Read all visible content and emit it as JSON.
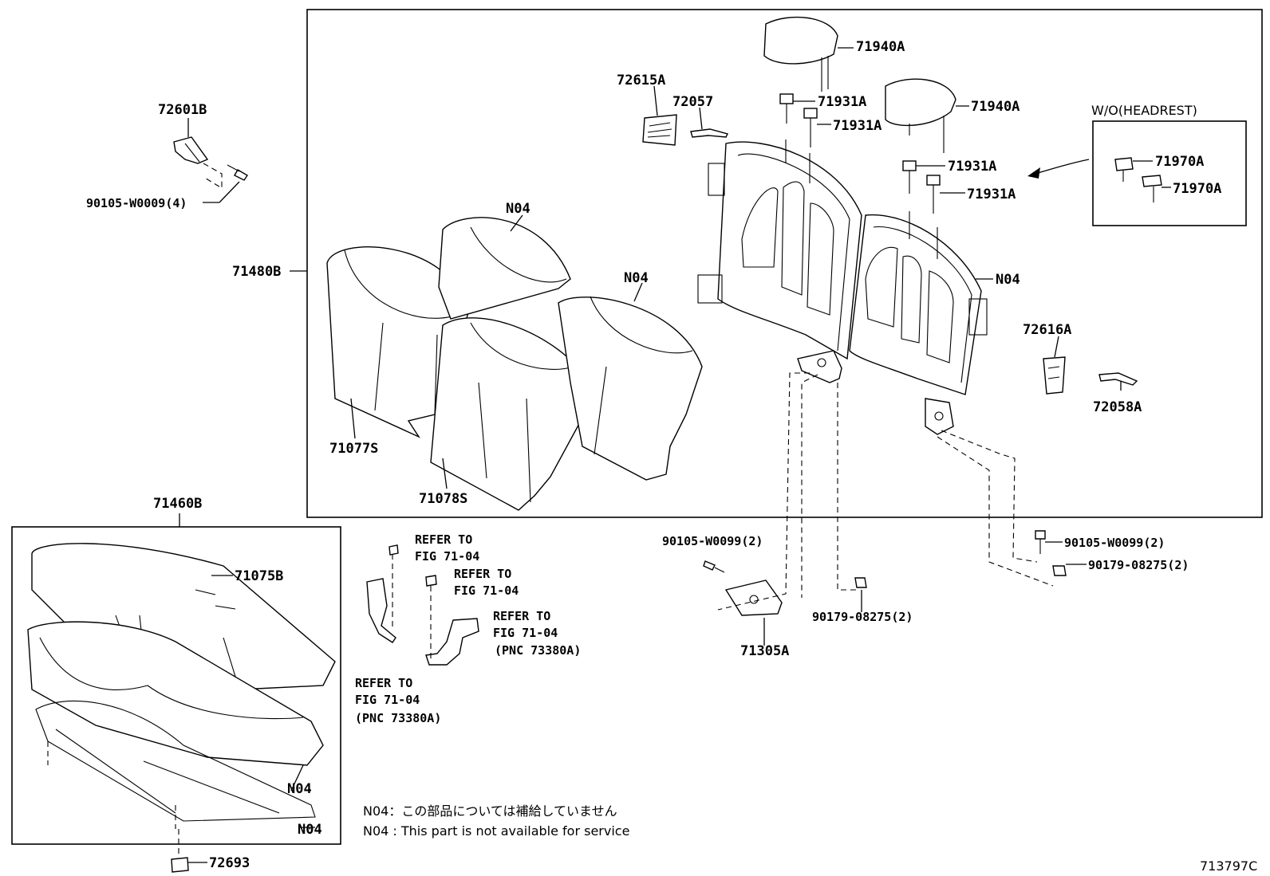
{
  "labels": {
    "p71940a_1": "71940A",
    "p71940a_2": "71940A",
    "p72615a": "72615A",
    "p72057": "72057",
    "p71931a_1": "71931A",
    "p71931a_2": "71931A",
    "p71931a_3": "71931A",
    "p71931a_4": "71931A",
    "wo_headrest": "W/O(HEADREST)",
    "p71970a_1": "71970A",
    "p71970a_2": "71970A",
    "p72601b": "72601B",
    "p90105_w0009": "90105-W0009(4)",
    "n04_1": "N04",
    "n04_2": "N04",
    "n04_3": "N04",
    "n04_4": "N04",
    "n04_5": "N04",
    "p71480b": "71480B",
    "p72616a": "72616A",
    "p72058a": "72058A",
    "p71077s": "71077S",
    "p71078s": "71078S",
    "p71460b": "71460B",
    "p71075b": "71075B",
    "refer_to_1": "REFER TO",
    "fig_1": "FIG 71-04",
    "refer_to_2": "REFER TO",
    "fig_2": "FIG 71-04",
    "refer_to_3": "REFER TO",
    "fig_3": "FIG 71-04",
    "pnc_3": "(PNC 73380A)",
    "refer_to_4": "REFER TO",
    "fig_4": "FIG 71-04",
    "pnc_4": "(PNC 73380A)",
    "p90105_w0099_1": "90105-W0099(2)",
    "p90105_w0099_2": "90105-W0099(2)",
    "p90179_08275_1": "90179-08275(2)",
    "p90179_08275_2": "90179-08275(2)",
    "p71305a": "71305A",
    "p72693": "72693",
    "note_jp": "N04：この部品については補給していません",
    "note_en": "N04 : This part is not available for service",
    "diagram_code": "713797C"
  }
}
